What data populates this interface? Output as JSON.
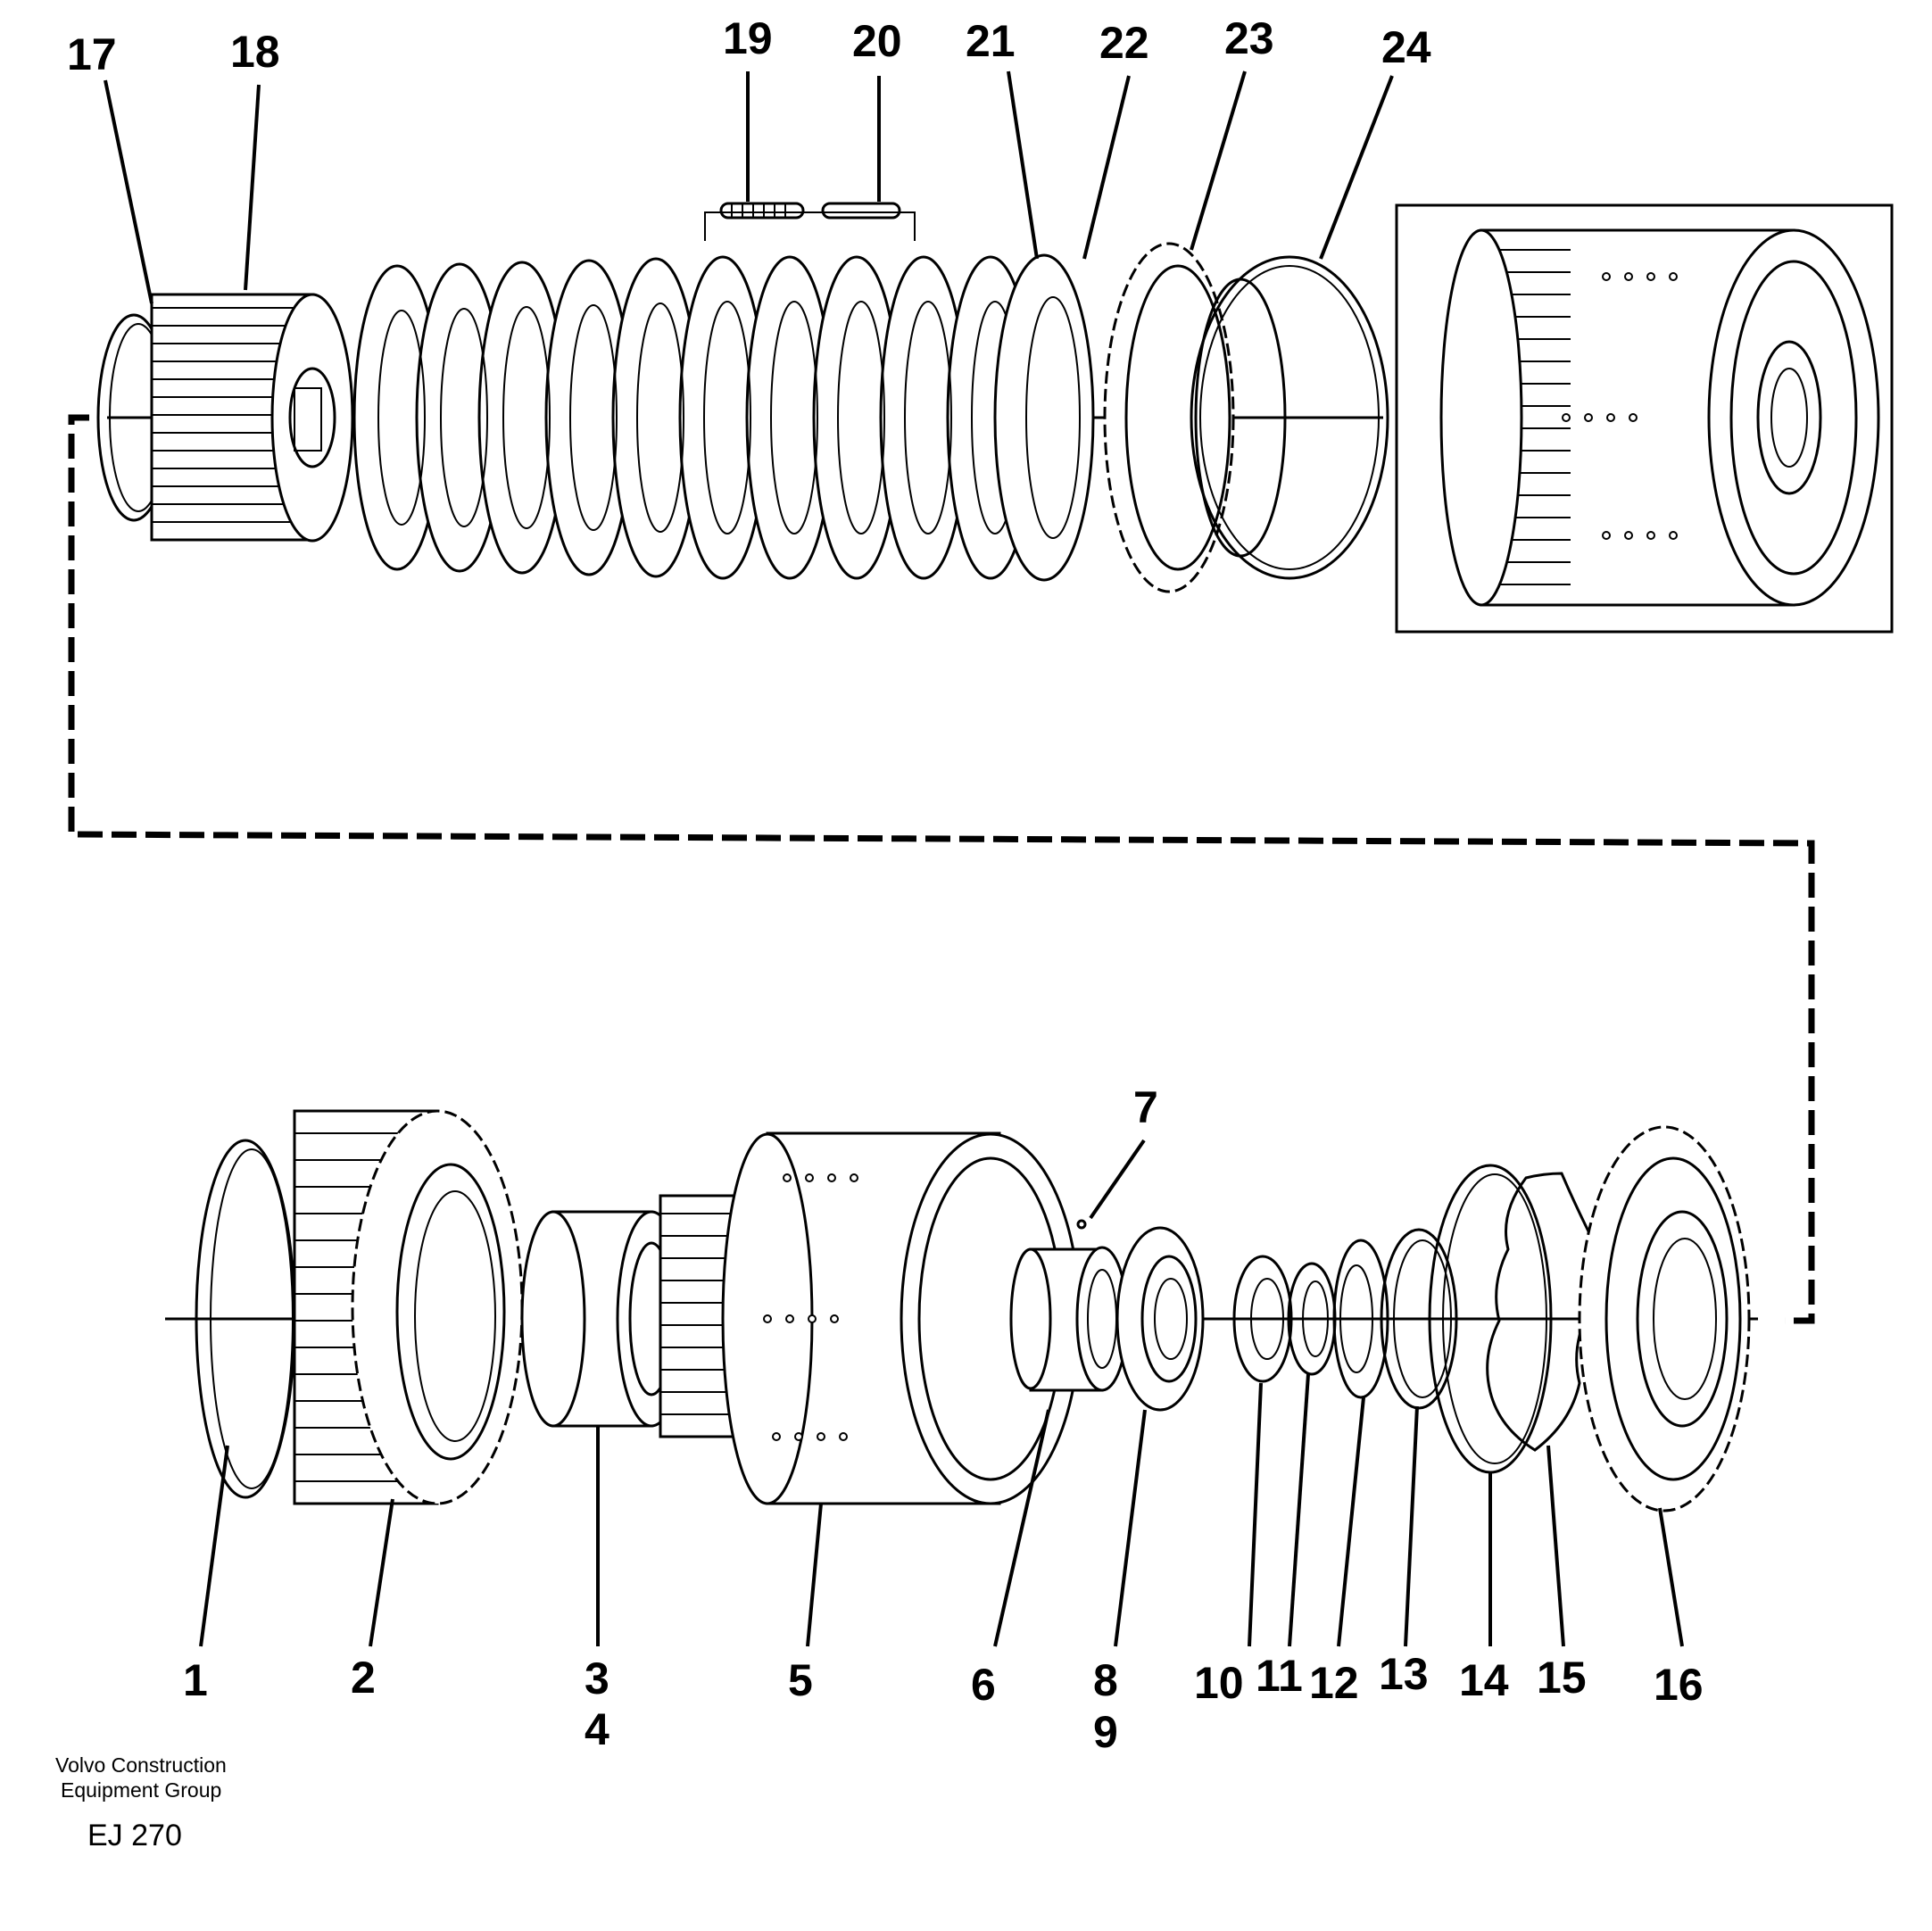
{
  "callouts": {
    "n1": "1",
    "n2": "2",
    "n3": "3",
    "n4": "4",
    "n5": "5",
    "n6": "6",
    "n7": "7",
    "n8": "8",
    "n9": "9",
    "n10": "10",
    "n11": "11",
    "n12": "12",
    "n13": "13",
    "n14": "14",
    "n15": "15",
    "n16": "16",
    "n17": "17",
    "n18": "18",
    "n19": "19",
    "n20": "20",
    "n21": "21",
    "n22": "22",
    "n23": "23",
    "n24": "24"
  },
  "footer": {
    "company_line1": "Volvo Construction",
    "company_line2": "Equipment Group",
    "drawing_code": "EJ 270"
  }
}
